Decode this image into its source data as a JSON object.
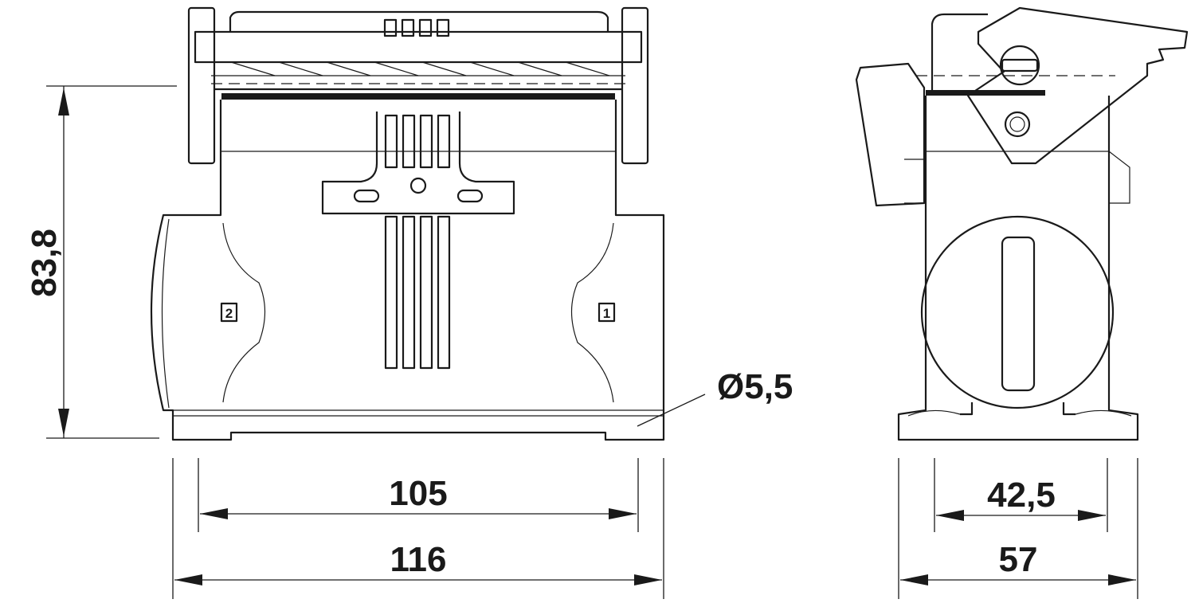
{
  "dimensions": {
    "height": "83,8",
    "hole_spacing_front": "105",
    "width_front": "116",
    "hole_diameter": "Ø5,5",
    "hole_spacing_side": "42,5",
    "width_side": "57"
  },
  "labels": {
    "left_marker": "2",
    "right_marker": "1"
  }
}
